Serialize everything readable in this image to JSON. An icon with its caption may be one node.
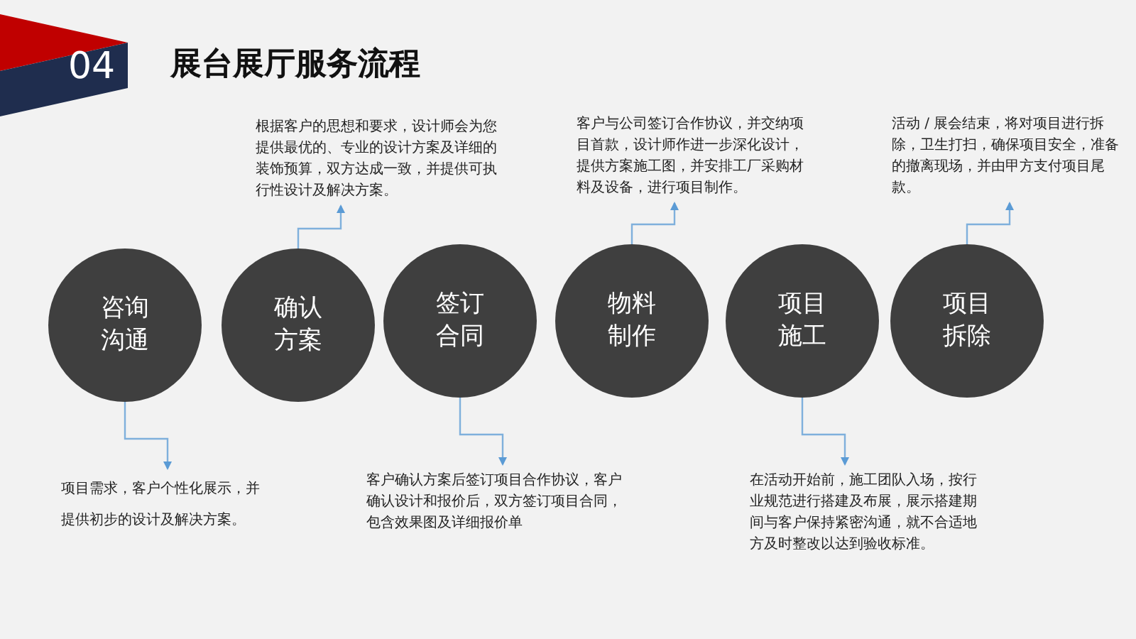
{
  "diagram": {
    "title": "展台展厅服务流程",
    "nodes": [
      {
        "text": [
          "咨询沟通"
        ]
      },
      {
        "text": [
          "确认方案"
        ]
      },
      {
        "text": [
          "签订合同"
        ]
      },
      {
        "text": [
          "物料制作"
        ]
      },
      {
        "text": [
          "项目施工"
        ]
      },
      {
        "text": [
          "项目拆除"
        ]
      },
      {
        "text": [
          "项目需求，客户个性化展示，并提供初步的设计及解决方案。"
        ]
      },
      {
        "text": [
          "根据客户的思想和要求，设计师会为您提供最优的、专业的设计方案及详细的装饰预算，双方达成一致，并提供可执行性设计及解决方案。"
        ]
      },
      {
        "text": [
          "客户确认方案后签订项目合作协议，客户确认设计和报价后，双方签订项目合同，包含效果图及详细报价单"
        ]
      },
      {
        "text": [
          "客户与公司签订合作协议，并交纳项目首款，设计师作进一步深化设计，提供方案施工图，并安排工厂采购材料及设备，进行项目制作。"
        ]
      },
      {
        "text": [
          "在活动开始前，施工团队入场，按行业规范进行搭建及布展，展示搭建期间与客户保持紧密沟通，就不合适地方及时整改以达到验收标准。"
        ]
      },
      {
        "text": [
          "活动 / 展会结束，将对项目进行拆除，卫生打扫，确保项目安全，准备的撤离现场，并由甲方支付项目尾款。"
        ]
      }
    ],
    "edges": [
      {
        "from": 0,
        "to": 6,
        "arrow": "to"
      },
      {
        "from": 1,
        "to": 7,
        "arrow": "to"
      },
      {
        "from": 2,
        "to": 8,
        "arrow": "to"
      },
      {
        "from": 3,
        "to": 9,
        "arrow": "to"
      },
      {
        "from": 4,
        "to": 10,
        "arrow": "to"
      },
      {
        "from": 5,
        "to": 11,
        "arrow": "to"
      }
    ],
    "labels": [
      "04"
    ]
  }
}
